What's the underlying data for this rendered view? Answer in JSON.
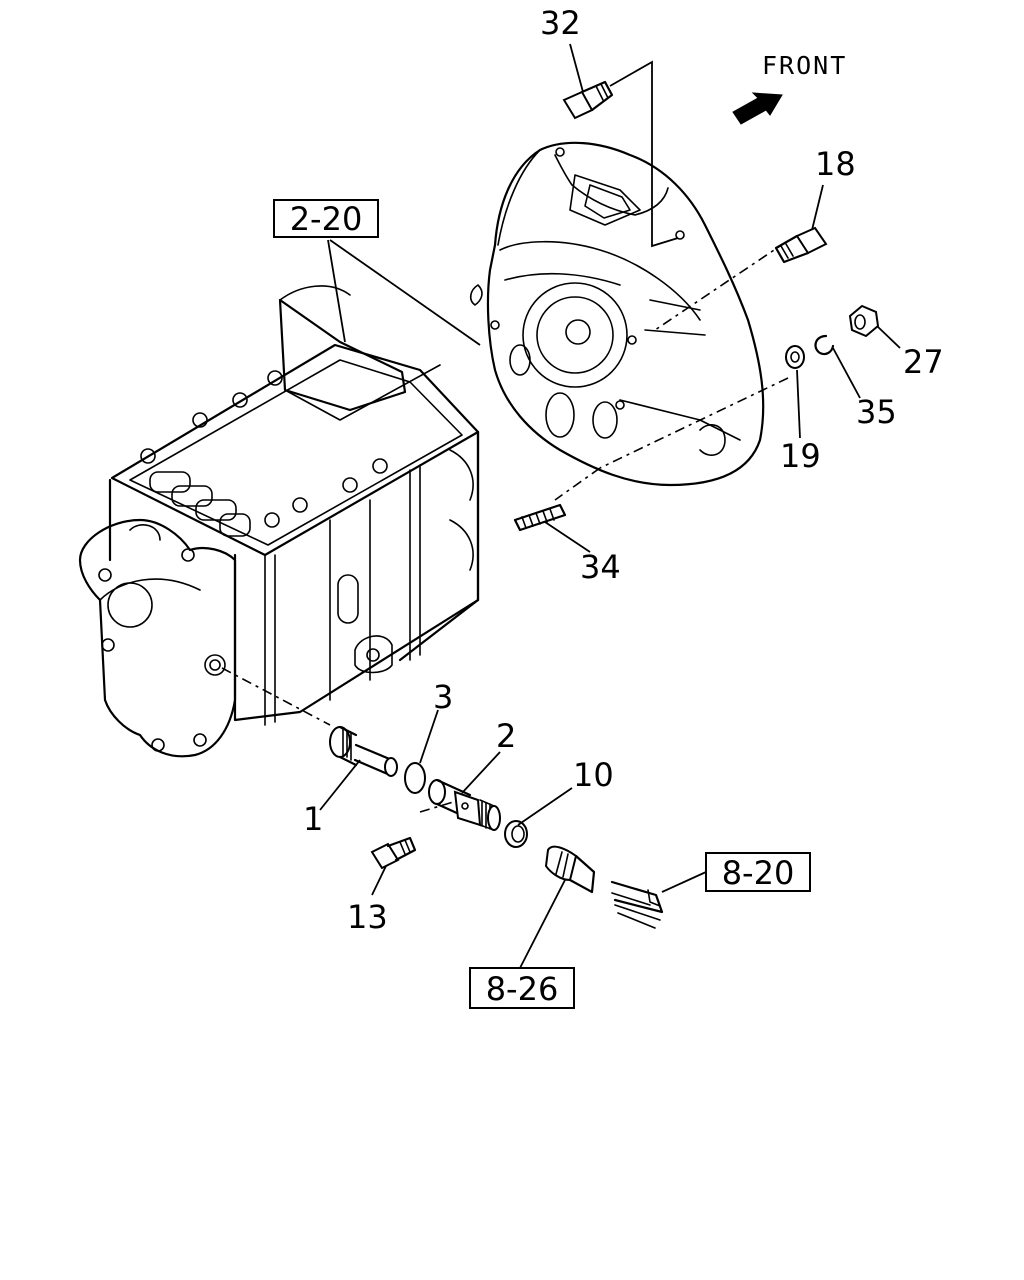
{
  "direction_label": "FRONT",
  "part_numbers": {
    "p1": "1",
    "p2": "2",
    "p3": "3",
    "p10": "10",
    "p13": "13",
    "p18": "18",
    "p19": "19",
    "p27": "27",
    "p32": "32",
    "p34": "34",
    "p35": "35"
  },
  "reference_boxes": {
    "ref_2_20": "2-20",
    "ref_8_20": "8-20",
    "ref_8_26": "8-26"
  }
}
